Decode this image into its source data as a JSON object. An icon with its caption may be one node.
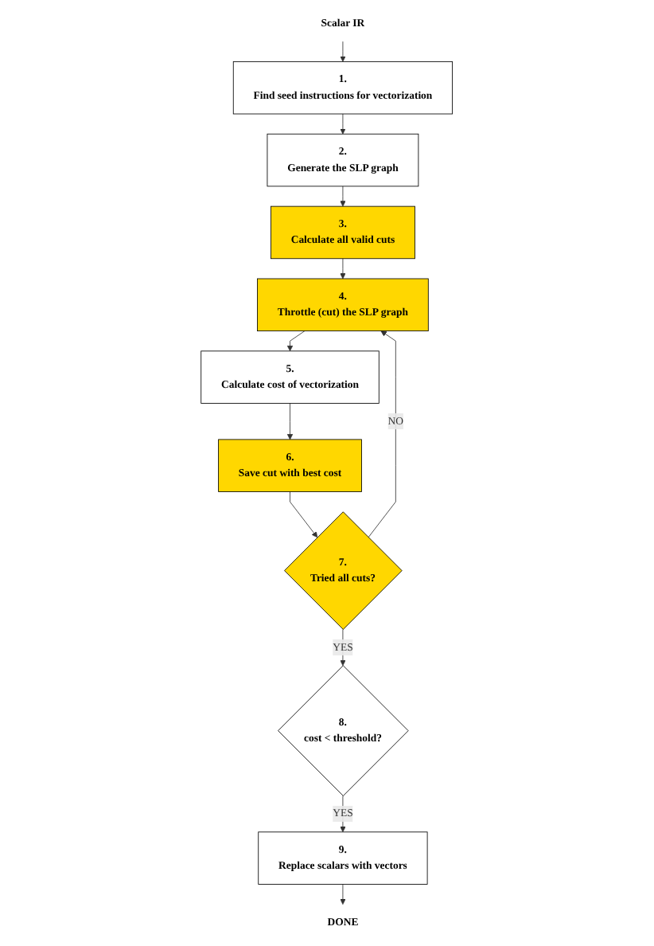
{
  "diagram": {
    "nodes": [
      {
        "text": [
          "Scalar IR"
        ]
      },
      {
        "text": [
          "1.",
          "Find seed instructions for vectorization"
        ]
      },
      {
        "text": [
          "2.",
          "Generate the SLP graph"
        ]
      },
      {
        "text": [
          "3.",
          "Calculate all valid cuts"
        ]
      },
      {
        "text": [
          "4.",
          "Throttle (cut) the SLP graph"
        ]
      },
      {
        "text": [
          "5.",
          "Calculate cost of vectorization"
        ]
      },
      {
        "text": [
          "6.",
          "Save cut with best cost"
        ]
      },
      {
        "text": [
          "7.",
          "Tried all cuts?"
        ]
      },
      {
        "text": [
          "8.",
          "cost < threshold?"
        ]
      },
      {
        "text": [
          "9.",
          "Replace scalars with vectors"
        ]
      },
      {
        "text": [
          "DONE"
        ]
      }
    ],
    "edges": [
      {
        "from": 0,
        "to": 1,
        "arrow": "to"
      },
      {
        "from": 1,
        "to": 2,
        "arrow": "to"
      },
      {
        "from": 2,
        "to": 3,
        "arrow": "to"
      },
      {
        "from": 3,
        "to": 4,
        "arrow": "to"
      },
      {
        "from": 4,
        "to": 5,
        "arrow": "to"
      },
      {
        "from": 5,
        "to": 6,
        "arrow": "to"
      },
      {
        "from": 6,
        "to": 7,
        "arrow": "to"
      },
      {
        "from": 7,
        "to": 4,
        "arrow": "to",
        "label": "NO"
      },
      {
        "from": 7,
        "to": 8,
        "arrow": "to",
        "label": "YES"
      },
      {
        "from": 8,
        "to": 9,
        "arrow": "to",
        "label": "YES"
      },
      {
        "from": 9,
        "to": 10,
        "arrow": "to"
      }
    ]
  }
}
